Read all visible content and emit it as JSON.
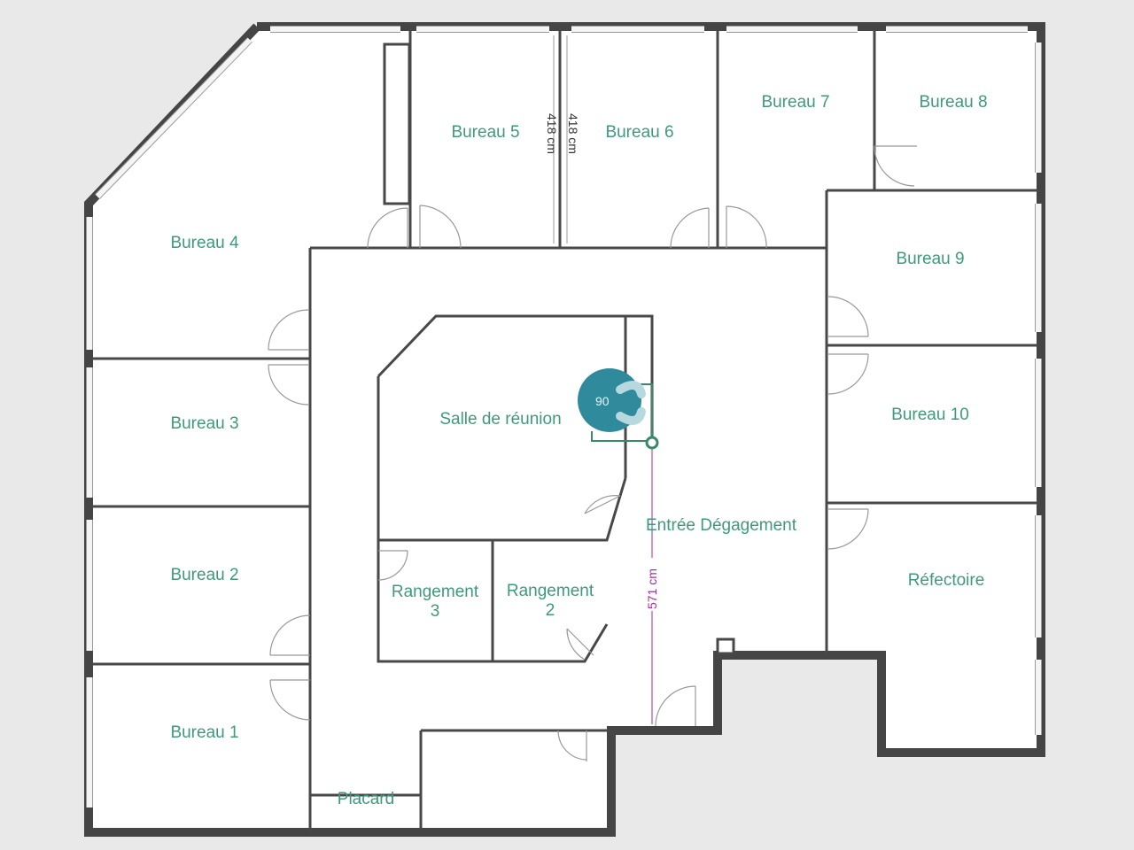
{
  "rooms": {
    "bureau1": "Bureau 1",
    "bureau2": "Bureau 2",
    "bureau3": "Bureau 3",
    "bureau4": "Bureau 4",
    "bureau5": "Bureau 5",
    "bureau6": "Bureau 6",
    "bureau7": "Bureau 7",
    "bureau8": "Bureau 8",
    "bureau9": "Bureau 9",
    "bureau10": "Bureau 10",
    "salle": "Salle de réunion",
    "rangement3_a": "Rangement",
    "rangement3_b": "3",
    "rangement2_a": "Rangement",
    "rangement2_b": "2",
    "entree": "Entrée Dégagement",
    "refectoire": "Réfectoire",
    "placard": "Placard"
  },
  "dimensions": {
    "wall_5_6_right": "418 cm",
    "wall_5_6_left": "418 cm",
    "entree_height": "571 cm"
  },
  "rotation_handle": {
    "value": "90"
  },
  "colors": {
    "room_label": "#3f9a7c",
    "dimension_line": "#b04ab0",
    "handle": "#2f8a9c"
  }
}
